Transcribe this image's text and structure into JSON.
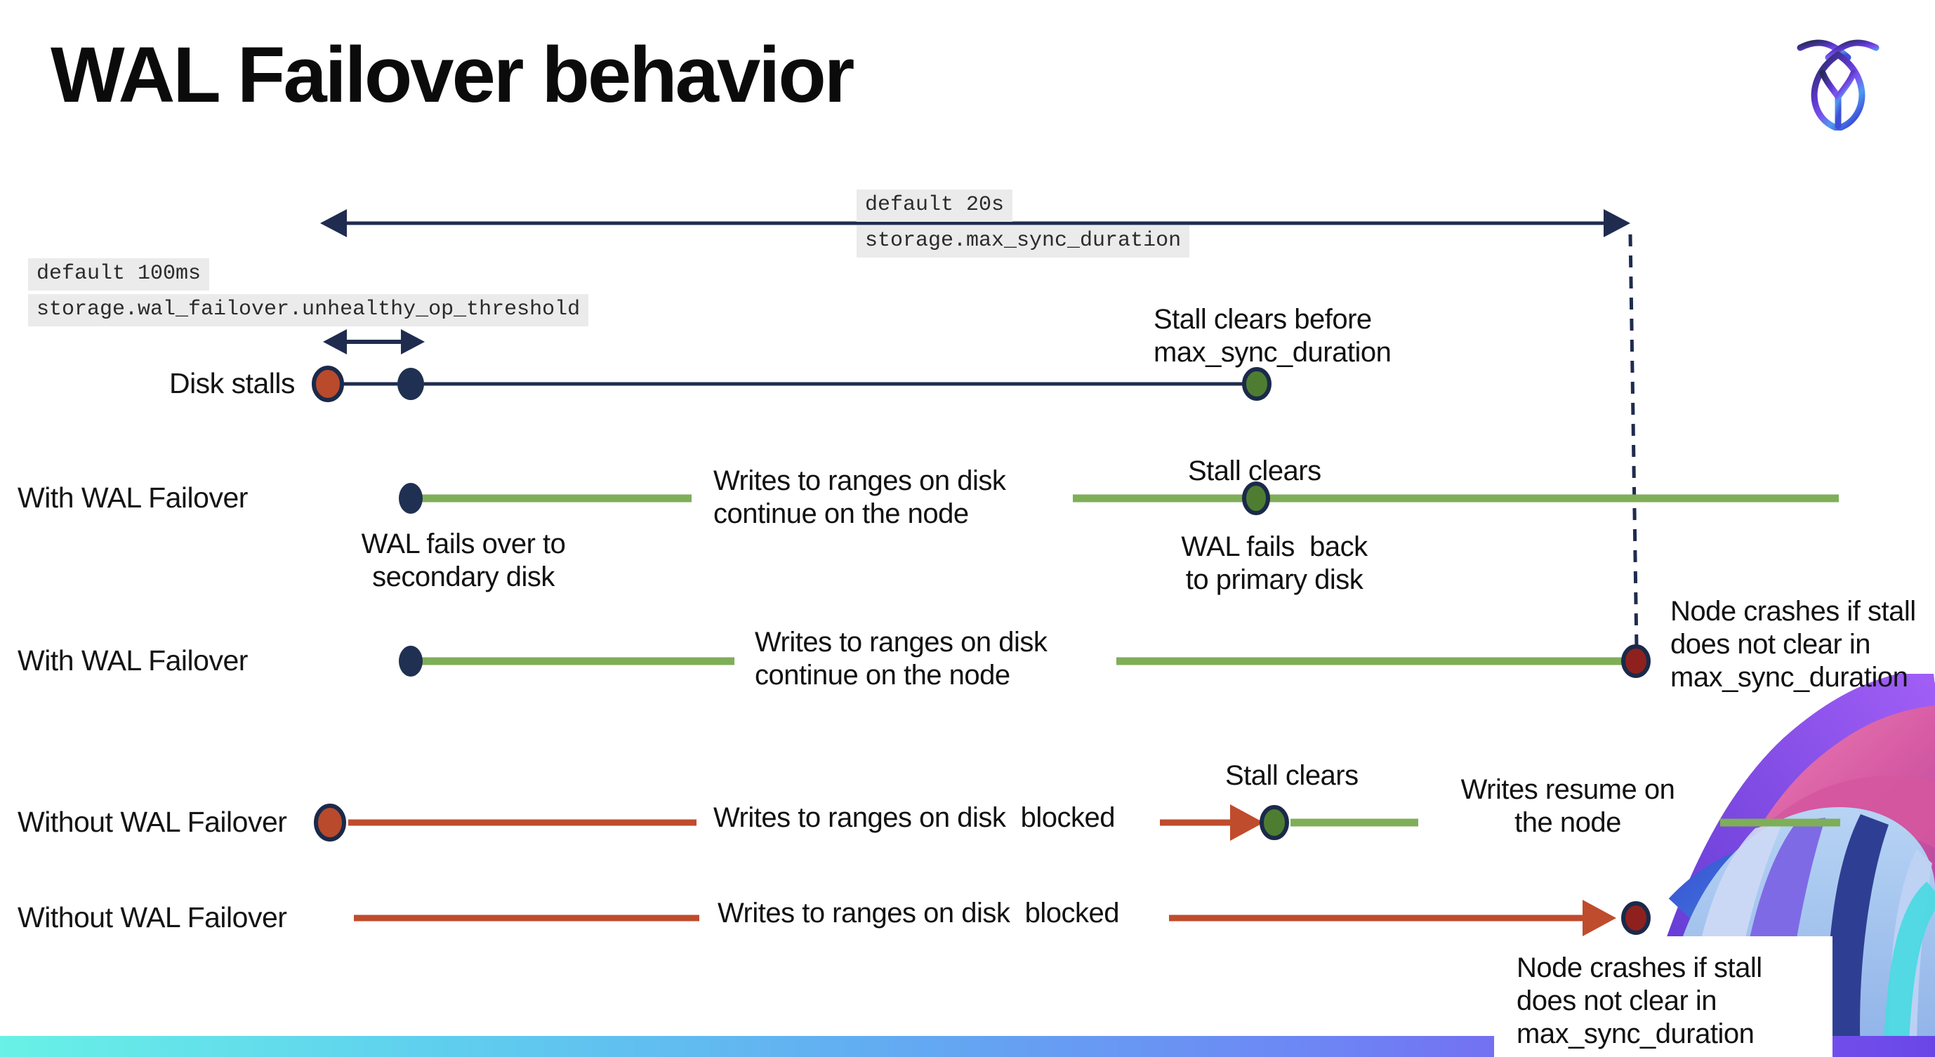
{
  "slide": {
    "title": "WAL Failover behavior"
  },
  "config_labels": {
    "max_sync": {
      "line1": "default 20s",
      "line2": "storage.max_sync_duration"
    },
    "unhealthy_op": {
      "line1": "default 100ms",
      "line2": "storage.wal_failover.unhealthy_op_threshold"
    }
  },
  "rows": {
    "disk_stalls": {
      "label": "Disk stalls",
      "stall_clears": "Stall clears before\nmax_sync_duration"
    },
    "with_wal_1": {
      "label": "With WAL Failover",
      "fails_over": "WAL fails over to\nsecondary disk",
      "writes_continue": "Writes to ranges on disk\ncontinue on the node",
      "stall_clears": "Stall clears",
      "fails_back": "WAL fails  back\nto primary disk"
    },
    "with_wal_2": {
      "label": "With WAL Failover",
      "writes_continue": "Writes to ranges on disk\ncontinue on the node",
      "node_crashes": "Node crashes if stall\ndoes not clear in\nmax_sync_duration"
    },
    "without_wal_1": {
      "label": "Without WAL Failover",
      "writes_blocked": "Writes to ranges on disk  blocked",
      "stall_clears": "Stall clears",
      "writes_resume": "Writes resume on\nthe node"
    },
    "without_wal_2": {
      "label": "Without WAL Failover",
      "writes_blocked": "Writes to ranges on disk  blocked",
      "node_crashes": "Node crashes if stall\ndoes not clear in\nmax_sync_duration"
    }
  },
  "icons": {
    "logo": "cockroachdb-logo",
    "timeline_dot_stall": "stall-start-dot",
    "timeline_dot_failover": "failover-dot",
    "timeline_dot_clear": "stall-clear-dot",
    "timeline_dot_crash": "node-crash-dot"
  },
  "colors": {
    "navy": "#1f2c4f",
    "red_line": "#bf4c2c",
    "red_dot": "#b94a2c",
    "crash_dot": "#8e211e",
    "green_line": "#7fae58",
    "green_dot": "#4e7d32",
    "code_bg": "#ebebeb",
    "bar_gradient_start": "#68f1e6",
    "bar_gradient_end": "#6a46e8"
  }
}
